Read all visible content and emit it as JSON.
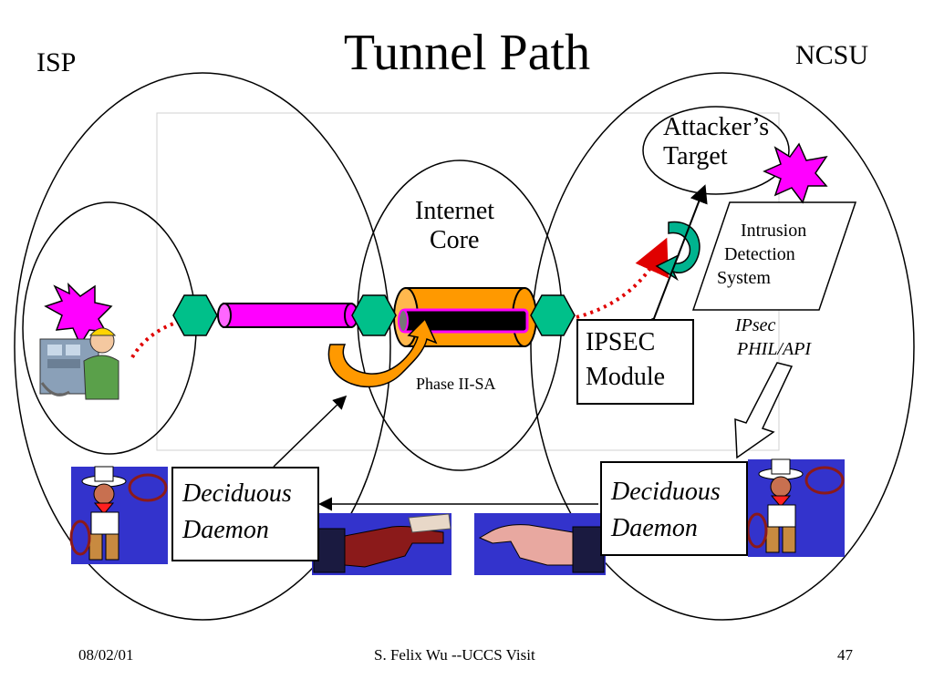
{
  "slide": {
    "title": "Tunnel Path",
    "left_label": "ISP",
    "right_label": "NCSU"
  },
  "diagram": {
    "internet_core": [
      "Internet",
      "Core"
    ],
    "attackers_target": [
      "Attacker’s",
      "Target"
    ],
    "ids": [
      "Intrusion",
      "Detection",
      "System"
    ],
    "ipsec_module": [
      "IPSEC",
      "Module"
    ],
    "ipsec_api": [
      "IPsec",
      "PHIL/API"
    ],
    "phase_label": "Phase II-SA",
    "daemon_left": [
      "Deciduous",
      "Daemon"
    ],
    "daemon_right": [
      "Deciduous",
      "Daemon"
    ]
  },
  "colors": {
    "magenta": "#ff00ff",
    "hexagon_teal": "#00c08a",
    "tunnel_orange": "#ff9900",
    "arrow_teal": "#00b38f",
    "dotted_red": "#e00000",
    "picture_blue": "#3333cc"
  },
  "footer": {
    "date": "08/02/01",
    "presenter": "S. Felix Wu --UCCS Visit",
    "page": "47"
  }
}
